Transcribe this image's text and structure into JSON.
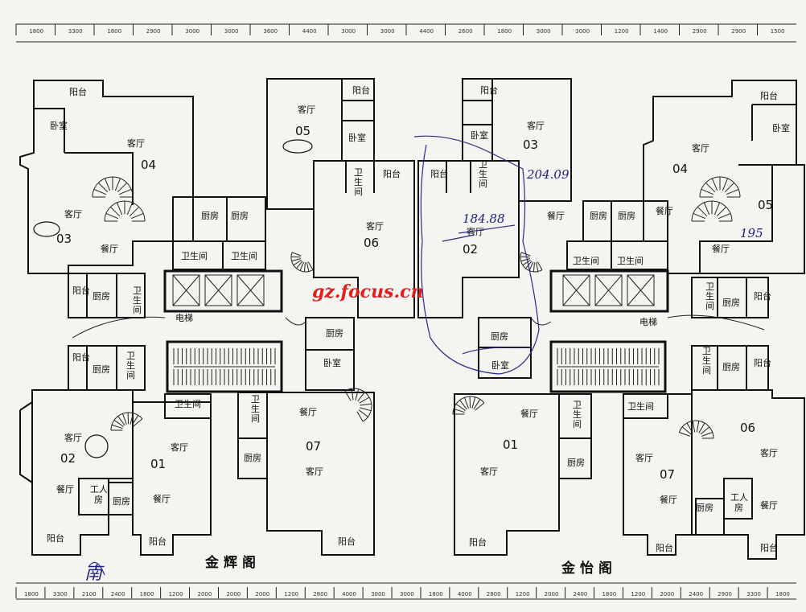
{
  "dims_top": [
    "1800",
    "3300",
    "1800",
    "2900",
    "3000",
    "3000",
    "3600",
    "4400",
    "3000",
    "3000",
    "4400",
    "2600",
    "1800",
    "3000",
    "3000",
    "1200",
    "1400",
    "2900",
    "2900",
    "1500"
  ],
  "dims_bottom": [
    "1800",
    "3300",
    "2100",
    "2400",
    "1800",
    "1200",
    "2000",
    "2000",
    "2000",
    "1200",
    "2800",
    "4000",
    "3000",
    "3000",
    "1800",
    "4000",
    "2800",
    "1200",
    "2000",
    "2400",
    "1800",
    "1200",
    "2000",
    "2400",
    "2900",
    "3300",
    "1800"
  ],
  "labels": {
    "balcony": "阳台",
    "bedroom": "卧室",
    "living": "客厅",
    "dining": "餐厅",
    "kitchen": "厨房",
    "bathroom": "卫生间",
    "bathroom_v": "卫\n生\n间",
    "maid": "工人房",
    "elevator": "电梯"
  },
  "unit_numbers": {
    "left": [
      "04",
      "03",
      "05",
      "06",
      "02",
      "01",
      "07"
    ],
    "right": [
      "03",
      "02",
      "04",
      "05",
      "01",
      "07",
      "06"
    ]
  },
  "building_left": "金辉阁",
  "building_right": "金怡阁",
  "watermark": "gz.focus.cn",
  "handwriting": {
    "a": "204.09",
    "b": "184.88",
    "c": "195",
    "d": "南"
  }
}
